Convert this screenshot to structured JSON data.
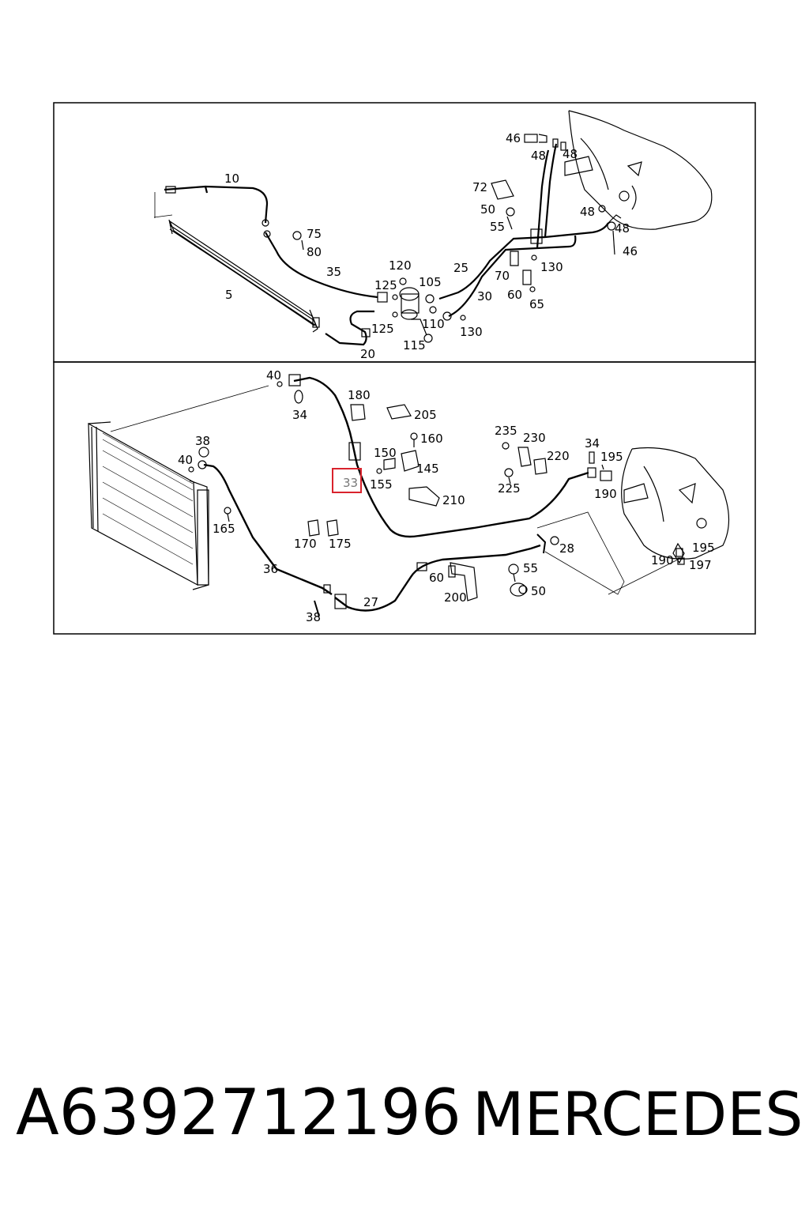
{
  "part_number": "A6392712196",
  "brand": "MERCEDES",
  "highlight_color": "#d9232d",
  "highlighted_callout": "33",
  "top_panel_callouts": [
    {
      "id": "10",
      "label": "10"
    },
    {
      "id": "75",
      "label": "75"
    },
    {
      "id": "80",
      "label": "80"
    },
    {
      "id": "5",
      "label": "5"
    },
    {
      "id": "35",
      "label": "35"
    },
    {
      "id": "120",
      "label": "120"
    },
    {
      "id": "125a",
      "label": "125"
    },
    {
      "id": "105",
      "label": "105"
    },
    {
      "id": "25",
      "label": "25"
    },
    {
      "id": "30",
      "label": "30"
    },
    {
      "id": "110",
      "label": "110"
    },
    {
      "id": "125b",
      "label": "125"
    },
    {
      "id": "115",
      "label": "115"
    },
    {
      "id": "20",
      "label": "20"
    },
    {
      "id": "130a",
      "label": "130"
    },
    {
      "id": "72",
      "label": "72"
    },
    {
      "id": "50",
      "label": "50"
    },
    {
      "id": "55",
      "label": "55"
    },
    {
      "id": "46a",
      "label": "46"
    },
    {
      "id": "48a",
      "label": "48"
    },
    {
      "id": "48b",
      "label": "48"
    },
    {
      "id": "48c",
      "label": "48"
    },
    {
      "id": "48d",
      "label": "48"
    },
    {
      "id": "46b",
      "label": "46"
    },
    {
      "id": "130b",
      "label": "130"
    },
    {
      "id": "70",
      "label": "70"
    },
    {
      "id": "60",
      "label": "60"
    },
    {
      "id": "65",
      "label": "65"
    }
  ],
  "bottom_panel_callouts": [
    {
      "id": "40a",
      "label": "40"
    },
    {
      "id": "34a",
      "label": "34"
    },
    {
      "id": "180",
      "label": "180"
    },
    {
      "id": "205",
      "label": "205"
    },
    {
      "id": "160",
      "label": "160"
    },
    {
      "id": "150",
      "label": "150"
    },
    {
      "id": "145",
      "label": "145"
    },
    {
      "id": "155",
      "label": "155"
    },
    {
      "id": "210",
      "label": "210"
    },
    {
      "id": "235",
      "label": "235"
    },
    {
      "id": "230",
      "label": "230"
    },
    {
      "id": "220",
      "label": "220"
    },
    {
      "id": "225",
      "label": "225"
    },
    {
      "id": "34b",
      "label": "34"
    },
    {
      "id": "195a",
      "label": "195"
    },
    {
      "id": "190a",
      "label": "190"
    },
    {
      "id": "38a",
      "label": "38"
    },
    {
      "id": "40b",
      "label": "40"
    },
    {
      "id": "165",
      "label": "165"
    },
    {
      "id": "170",
      "label": "170"
    },
    {
      "id": "175",
      "label": "175"
    },
    {
      "id": "36",
      "label": "36"
    },
    {
      "id": "38b",
      "label": "38"
    },
    {
      "id": "27",
      "label": "27"
    },
    {
      "id": "60b",
      "label": "60"
    },
    {
      "id": "200",
      "label": "200"
    },
    {
      "id": "55b",
      "label": "55"
    },
    {
      "id": "50b",
      "label": "50"
    },
    {
      "id": "28",
      "label": "28"
    },
    {
      "id": "195b",
      "label": "195"
    },
    {
      "id": "190b",
      "label": "190"
    },
    {
      "id": "197",
      "label": "197"
    },
    {
      "id": "33",
      "label": "33"
    }
  ]
}
